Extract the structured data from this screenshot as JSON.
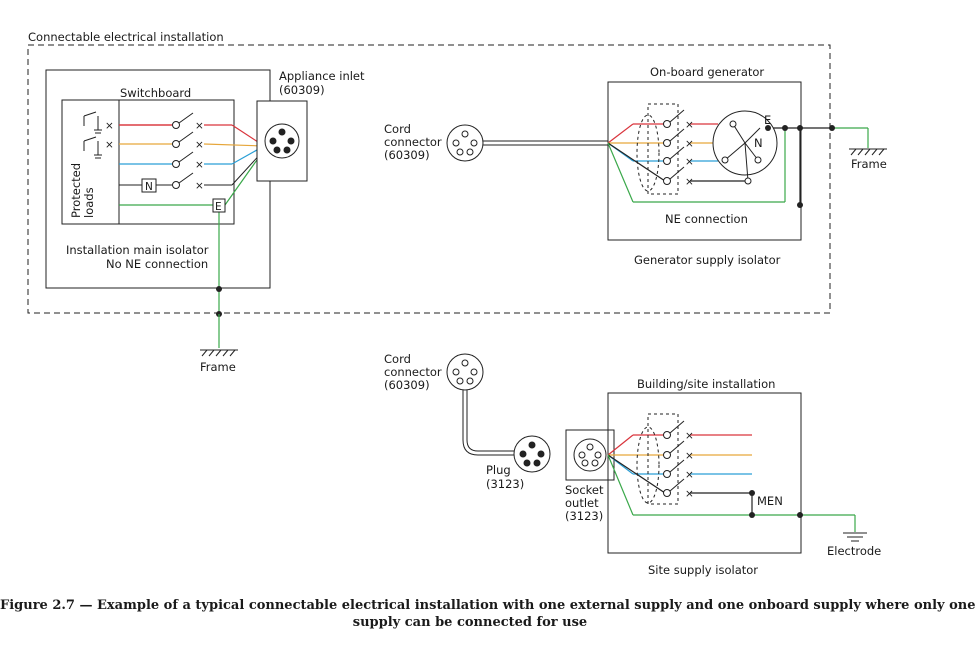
{
  "diagram": {
    "labels": {
      "connectable": "Connectable electrical installation",
      "switchboard": "Switchboard",
      "appliance_inlet_1": "Appliance inlet",
      "appliance_inlet_2": "(60309)",
      "protected_loads_1": "Protected",
      "protected_loads_2": "loads",
      "n_box": "N",
      "e_box": "E",
      "main_isolator_1": "Installation main isolator",
      "main_isolator_2": "No NE connection",
      "frame_left": "Frame",
      "cord_top_1": "Cord",
      "cord_top_2": "connector",
      "cord_top_3": "(60309)",
      "onboard_generator": "On-board generator",
      "gen_e": "E",
      "gen_n": "N",
      "ne_connection": "NE connection",
      "generator_supply_isolator": "Generator supply isolator",
      "frame_right": "Frame",
      "cord_bottom_1": "Cord",
      "cord_bottom_2": "connector",
      "cord_bottom_3": "(60309)",
      "plug_1": "Plug",
      "plug_2": "(3123)",
      "socket_1": "Socket",
      "socket_2": "outlet",
      "socket_3": "(3123)",
      "building_site": "Building/site installation",
      "men": "MEN",
      "electrode": "Electrode",
      "site_supply_isolator": "Site supply isolator"
    },
    "colors": {
      "active": "#d9343c",
      "neutral_1": "#e6a63a",
      "neutral_2": "#2a9fd6",
      "earth": "#3aa84a",
      "line": "#222222"
    }
  },
  "caption": {
    "line1": "Figure 2.7 — Example of a typical connectable electrical installation with one external supply and one onboard supply where only one",
    "line2": "supply can be connected for use"
  }
}
